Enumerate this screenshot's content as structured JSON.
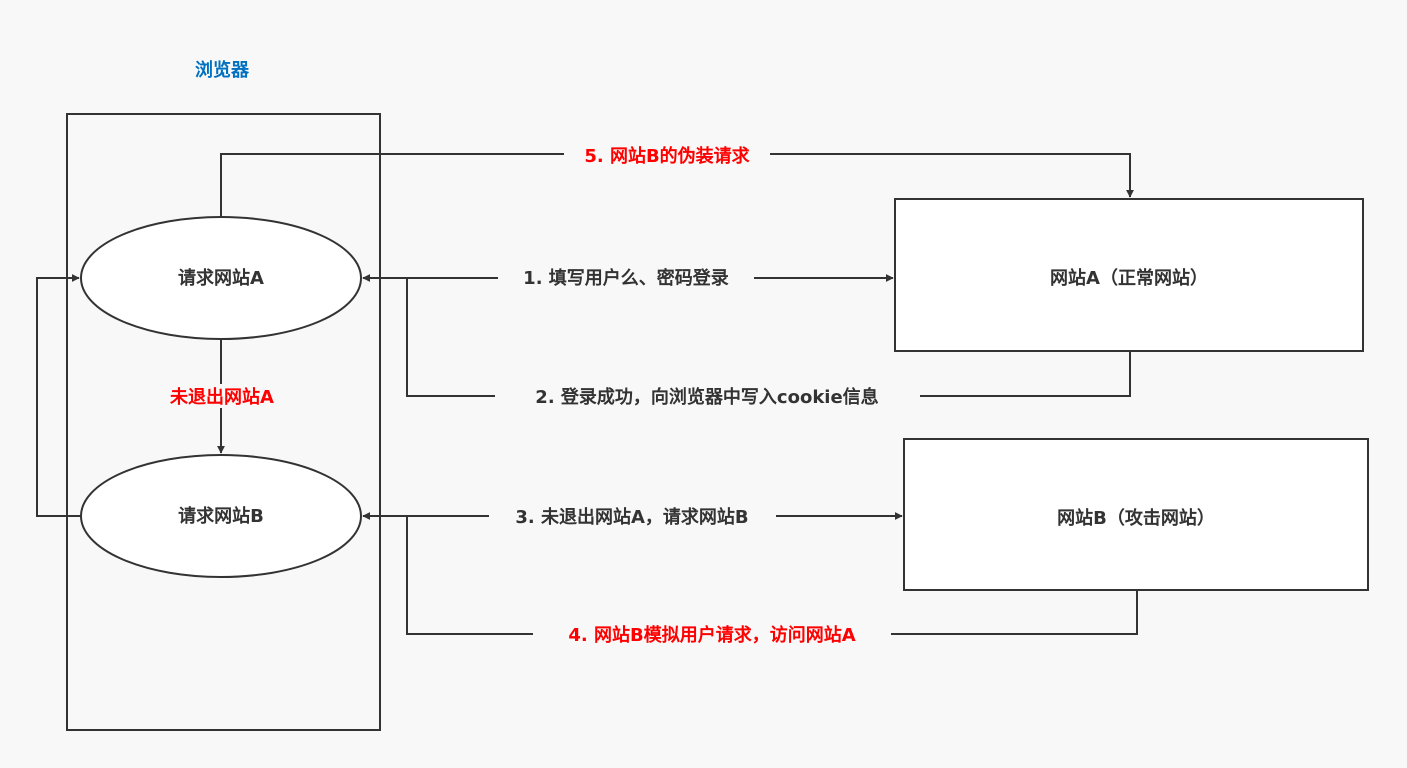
{
  "colors": {
    "line": "#333333",
    "text": "#333333",
    "highlight": "#ff0000",
    "title": "#0070c0",
    "background": "#f8f8f8",
    "box_fill": "#ffffff"
  },
  "browser": {
    "title": "浏览器"
  },
  "nodes": {
    "request_a": "请求网站A",
    "request_b": "请求网站B",
    "site_a": "网站A（正常网站）",
    "site_b": "网站B（攻击网站）"
  },
  "edges": {
    "step1": "1. 填写用户么、密码登录",
    "step2": "2. 登录成功，向浏览器中写入cookie信息",
    "step3": "3. 未退出网站A，请求网站B",
    "step4": "4. 网站B模拟用户请求，访问网站A",
    "step5": "5. 网站B的伪装请求",
    "not_logged_out": "未退出网站A"
  }
}
